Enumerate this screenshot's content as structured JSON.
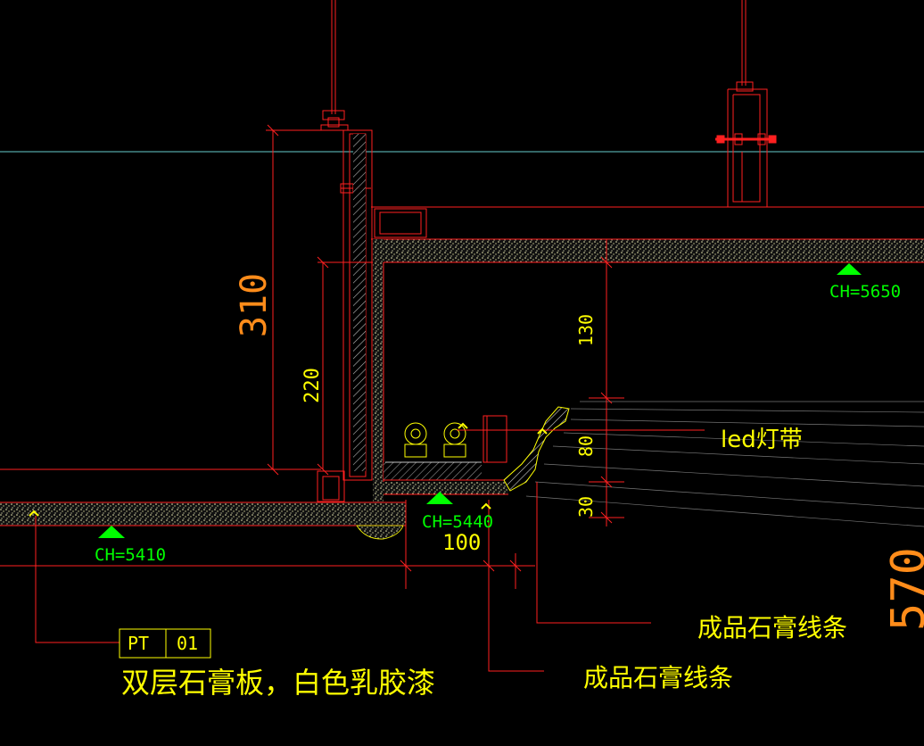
{
  "dimensions": {
    "d310": "310",
    "d220": "220",
    "d130": "130",
    "d80": "80",
    "d30": "30",
    "d100": "100",
    "d570": "570"
  },
  "ceiling_heights": {
    "ch_5650": "CH=5650",
    "ch_5440": "CH=5440",
    "ch_5410": "CH=5410"
  },
  "annotations": {
    "led_strip": "led灯带",
    "gypsum_molding_1": "成品石膏线条",
    "gypsum_molding_2": "成品石膏线条",
    "material_code_prefix": "PT",
    "material_code_number": "01",
    "material_description": "双层石膏板，白色乳胶漆"
  },
  "colors": {
    "background": "#000000",
    "red_line": "#ff2020",
    "yellow_text": "#ffff00",
    "green_text": "#00ff00",
    "cyan_line": "#66cccc",
    "orange_dim": "#ff8c1a",
    "white_line": "#dddddd"
  }
}
